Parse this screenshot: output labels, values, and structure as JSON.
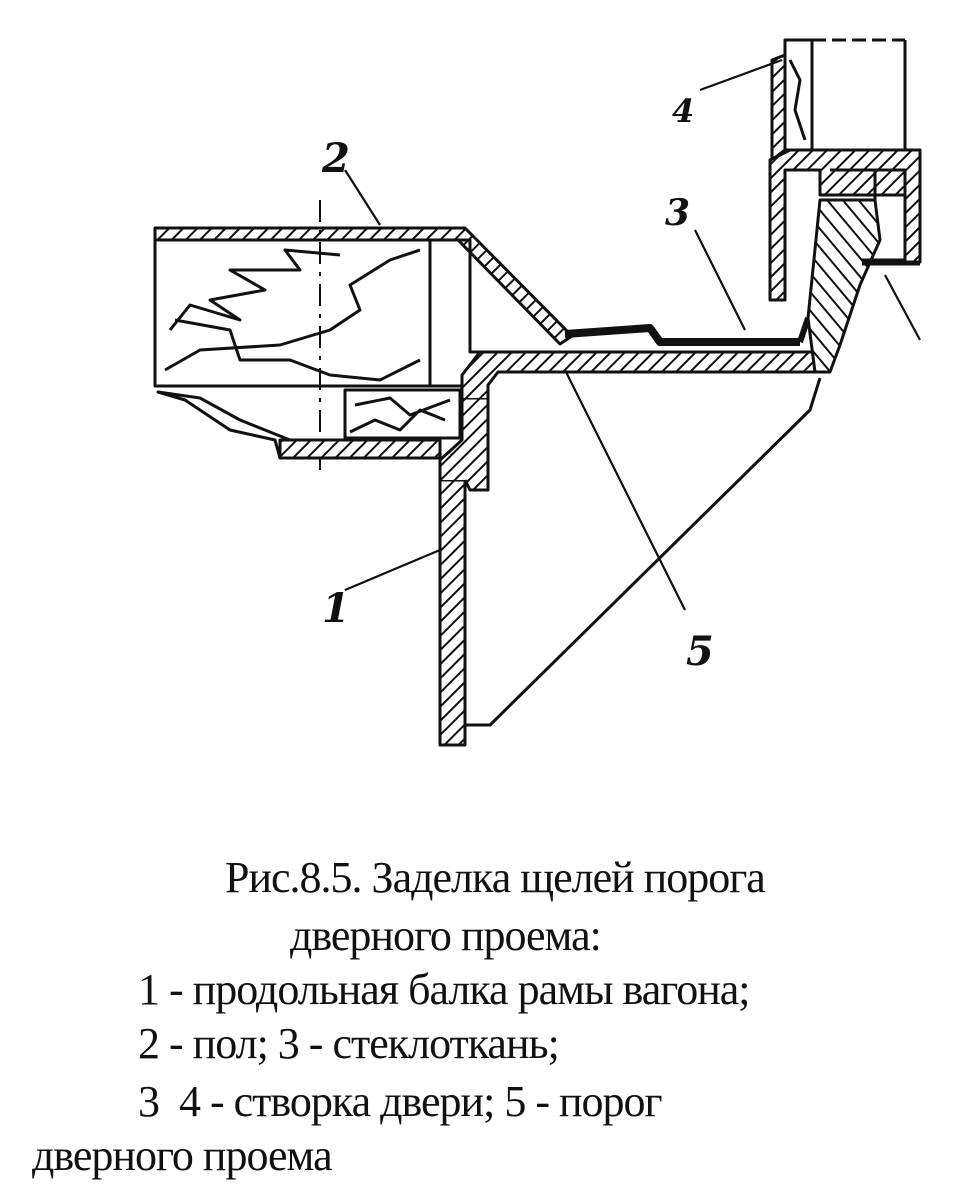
{
  "figure": {
    "labels": {
      "l1": "1",
      "l2": "2",
      "l3": "3",
      "l4": "4",
      "l5": "5"
    }
  },
  "caption": {
    "line1": "Рис.8.5. Заделка щелей порога",
    "line2": "дверного проема:",
    "line3": "1 - продольная балка рамы вагона;",
    "line4": "2 - пол; 3 - стеклоткань;",
    "line5": "3  4 - створка двери; 5 - порог",
    "line6": "дверного проема"
  }
}
